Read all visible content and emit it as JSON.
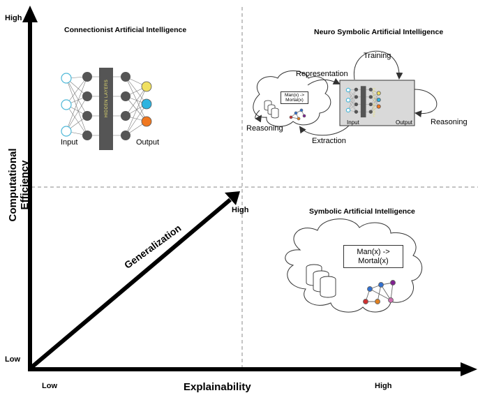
{
  "axes": {
    "y_high": "High",
    "y_low": "Low",
    "y_title": "Computational Efficiency",
    "x_low": "Low",
    "x_high": "High",
    "x_title": "Explainability",
    "diag_high": "High",
    "diag_label": "Generalization"
  },
  "quadrants": {
    "connectionist": {
      "title": "Connectionist Artificial Intelligence",
      "input": "Input",
      "output": "Output",
      "hidden": "HIDDEN LAYERS",
      "dots": "..."
    },
    "neuro_symbolic": {
      "title": "Neuro Symbolic Artificial Intelligence",
      "training": "Training",
      "representation": "Representation",
      "reasoning_left": "Reasoning",
      "reasoning_right": "Reasoning",
      "extraction": "Extraction",
      "input": "Input",
      "output": "Output",
      "hidden": "HIDDEN LAYERS",
      "code": "Man(x) ->\nMortal(x)"
    },
    "symbolic": {
      "title": "Symbolic Artificial Intelligence",
      "code": "Man(x) ->\nMortal(x)"
    }
  },
  "colors": {
    "axis": "#000000",
    "node_dark": "#555555",
    "node_input_stroke": "#4fb8d8",
    "node_yellow": "#f0e060",
    "node_blue": "#2eb4e0",
    "node_orange": "#f07820",
    "graph_red": "#d03030",
    "graph_blue": "#3070d0",
    "graph_orange": "#e08020",
    "graph_purple": "#802090",
    "graph_pink": "#d070b0",
    "nn_box_fill": "#d9d9d9"
  }
}
